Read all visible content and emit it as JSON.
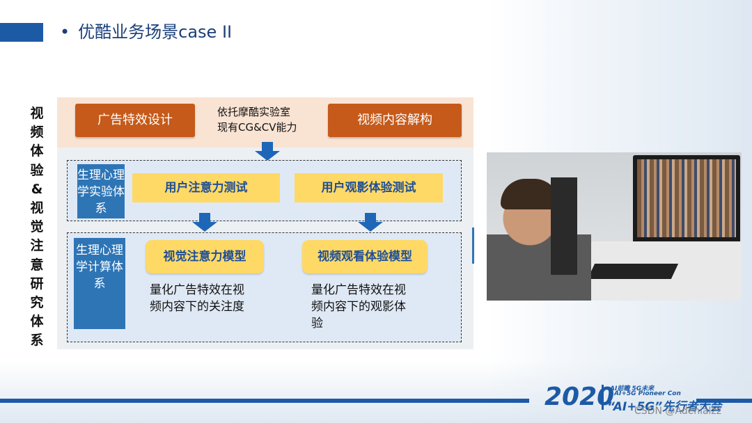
{
  "slide": {
    "bullet": "•",
    "title": "优酷业务场景case II",
    "vertical_label": "视频体验&视觉注意研究体系"
  },
  "diagram": {
    "top_left_box": "广告特效设计",
    "top_right_box": "视频内容解构",
    "center_line1": "依托摩酷实验室",
    "center_line2": "现有CG&CV能力",
    "section1": {
      "label": "生理心理学实验体系",
      "test1": "用户注意力测试",
      "test2": "用户观影体验测试"
    },
    "section2": {
      "label": "生理心理学计算体系",
      "model1": "视觉注意力模型",
      "model2": "视频观看体验模型",
      "desc1": "量化广告特效在视频内容下的关注度",
      "desc2": "量化广告特效在视频内容下的观影体验"
    }
  },
  "footer": {
    "year": "2020",
    "tagline1": "AI前瞻 5G未来",
    "tagline2": "AI+5G Pioneer Con",
    "event_name": "“AI+5G”先行者大会",
    "watermark": "CSDN @Adenialzz"
  },
  "colors": {
    "brand_blue": "#1d5aa6",
    "orange": "#c55a1a",
    "yellow": "#ffd966",
    "label_blue": "#2e75b6"
  }
}
